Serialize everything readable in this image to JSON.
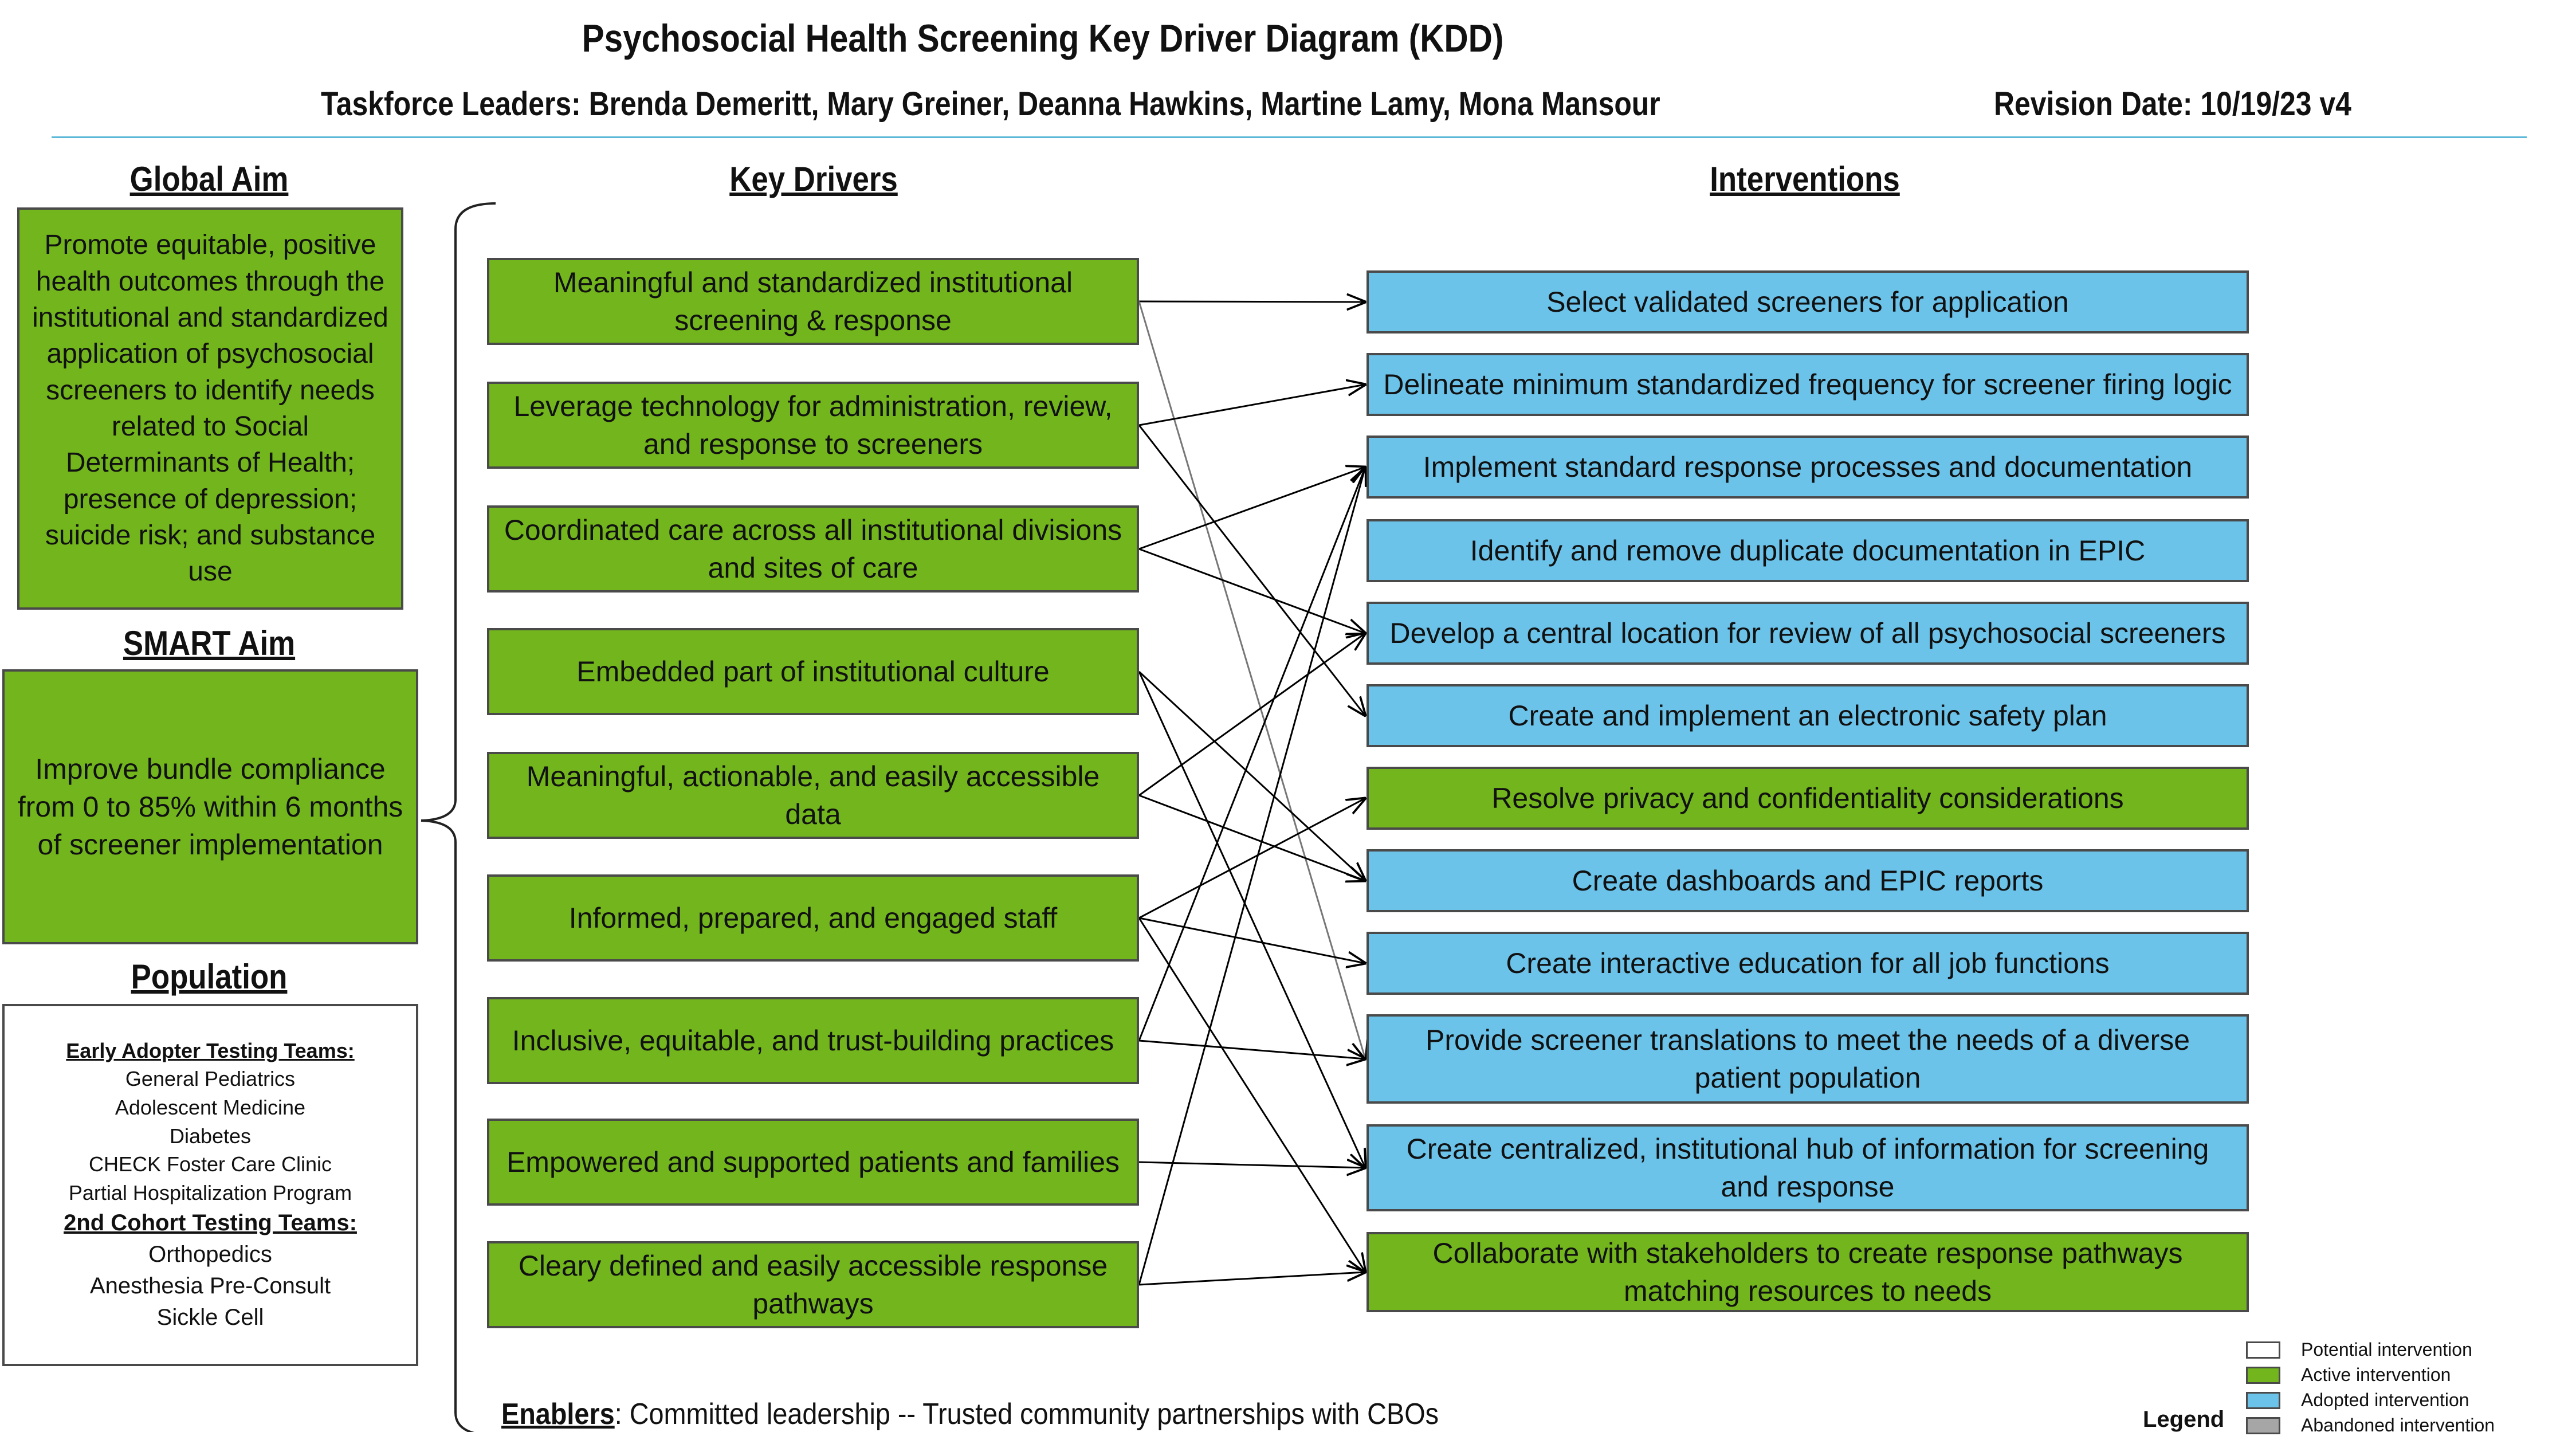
{
  "header": {
    "title": "Psychosocial Health Screening Key Driver Diagram (KDD)",
    "leaders": "Taskforce Leaders: Brenda Demeritt, Mary Greiner, Deanna Hawkins, Martine Lamy, Mona Mansour",
    "revision": "Revision Date:  10/19/23 v4"
  },
  "columns": {
    "global_aim": "Global Aim",
    "smart_aim": "SMART Aim",
    "population": "Population",
    "key_drivers": "Key Drivers",
    "interventions": "Interventions"
  },
  "global_aim_text": "Promote equitable, positive health outcomes through the institutional and standardized application of psychosocial screeners to identify needs related to Social Determinants of Health; presence of depression; suicide risk; and substance use",
  "smart_aim_text": "Improve bundle compliance from 0 to 85% within 6 months of screener implementation",
  "population": {
    "early_heading": "Early Adopter Testing Teams:",
    "early": [
      "General Pediatrics",
      "Adolescent Medicine",
      "Diabetes",
      "CHECK Foster Care Clinic",
      "Partial Hospitalization Program"
    ],
    "cohort_heading": "2nd Cohort Testing Teams:",
    "cohort": [
      "Orthopedics",
      "Anesthesia Pre-Consult",
      "Sickle Cell"
    ]
  },
  "key_drivers": [
    "Meaningful and standardized institutional screening & response",
    "Leverage technology for administration, review, and response to screeners",
    "Coordinated care across all institutional divisions and sites of care",
    "Embedded part of institutional culture",
    "Meaningful, actionable, and easily accessible data",
    "Informed, prepared, and engaged staff",
    "Inclusive, equitable, and trust-building practices",
    "Empowered and supported patients and families",
    "Cleary defined and easily accessible response pathways"
  ],
  "interventions": [
    {
      "text": "Select validated screeners for application",
      "status": "adopted"
    },
    {
      "text": "Delineate minimum standardized frequency for screener firing logic",
      "status": "adopted"
    },
    {
      "text": "Implement standard response processes and documentation",
      "status": "adopted"
    },
    {
      "text": "Identify and remove duplicate documentation in EPIC",
      "status": "adopted"
    },
    {
      "text": "Develop a central location for review of all psychosocial screeners",
      "status": "adopted"
    },
    {
      "text": "Create and implement an electronic safety plan",
      "status": "adopted"
    },
    {
      "text": "Resolve privacy and confidentiality considerations",
      "status": "active"
    },
    {
      "text": "Create dashboards and EPIC reports",
      "status": "adopted"
    },
    {
      "text": "Create interactive education for all job functions",
      "status": "adopted"
    },
    {
      "text": "Provide screener translations to meet the needs of a diverse patient population",
      "status": "adopted"
    },
    {
      "text": "Create centralized, institutional hub of information for screening and response",
      "status": "adopted"
    },
    {
      "text": "Collaborate with stakeholders to create response pathways matching resources to needs",
      "status": "active"
    }
  ],
  "links": [
    [
      0,
      0
    ],
    [
      0,
      9
    ],
    [
      1,
      1
    ],
    [
      1,
      5
    ],
    [
      2,
      2
    ],
    [
      2,
      4
    ],
    [
      3,
      7
    ],
    [
      3,
      10
    ],
    [
      4,
      4
    ],
    [
      4,
      7
    ],
    [
      5,
      8
    ],
    [
      5,
      6
    ],
    [
      5,
      11
    ],
    [
      6,
      9
    ],
    [
      6,
      2
    ],
    [
      7,
      10
    ],
    [
      8,
      2
    ],
    [
      8,
      11
    ]
  ],
  "colors": {
    "green": "#72b51d",
    "blue": "#6cc3ea",
    "grey": "#a6a6a6",
    "rule": "#5bb8d8"
  },
  "enablers": {
    "label": "Enablers",
    "text": ": Committed leadership -- Trusted community partnerships with CBOs"
  },
  "legend": {
    "title": "Legend",
    "items": [
      {
        "label": "Potential intervention",
        "status": "potential"
      },
      {
        "label": "Active intervention",
        "status": "active"
      },
      {
        "label": "Adopted intervention",
        "status": "adopted"
      },
      {
        "label": "Abandoned intervention",
        "status": "abandoned"
      }
    ]
  }
}
